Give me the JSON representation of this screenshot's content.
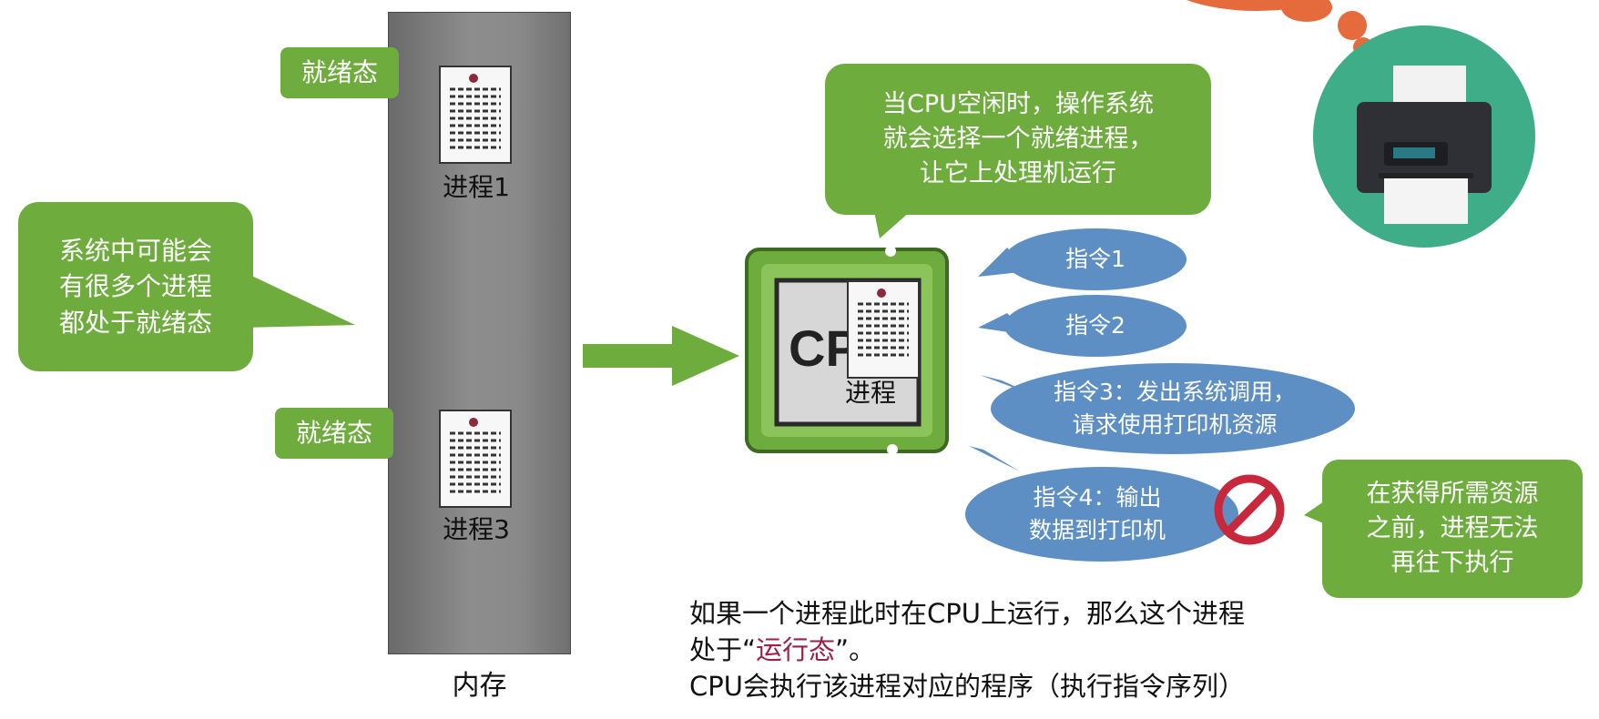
{
  "memory": {
    "label": "内存"
  },
  "ready_tags": [
    "就绪态",
    "就绪态"
  ],
  "processes": {
    "p1": "进程1",
    "p3": "进程3",
    "p_cpu": "进程"
  },
  "left_bubble": {
    "lines": [
      "系统中可能会",
      "有很多个进程",
      "都处于就绪态"
    ]
  },
  "top_bubble": {
    "lines": [
      "当CPU空闲时，操作系统",
      "就会选择一个就绪进程，",
      "让它上处理机运行"
    ]
  },
  "cpu": {
    "text": "CP"
  },
  "instructions": [
    {
      "lines": [
        "指令1"
      ]
    },
    {
      "lines": [
        "指令2"
      ]
    },
    {
      "lines": [
        "指令3：发出系统调用，",
        "请求使用打印机资源"
      ]
    },
    {
      "lines": [
        "指令4：输出",
        "数据到打印机"
      ]
    }
  ],
  "right_bubble": {
    "lines": [
      "在获得所需资源",
      "之前，进程无法",
      "再往下执行"
    ]
  },
  "bottom_text": {
    "line1": "如果一个进程此时在CPU上运行，那么这个进程",
    "line2_prefix": "处于“",
    "line2_highlight": "运行态",
    "line2_suffix": "”。",
    "line3": "CPU会执行该进程对应的程序（执行指令序列）"
  },
  "colors": {
    "green": "#6fac3e",
    "blue": "#5d8fc4",
    "red": "#c8283c",
    "teal": "#3fae88",
    "orange": "#e56a3c"
  },
  "icons": [
    "document-icon",
    "cpu-chip-icon",
    "printer-icon",
    "prohibited-icon",
    "arrow-right-icon"
  ]
}
